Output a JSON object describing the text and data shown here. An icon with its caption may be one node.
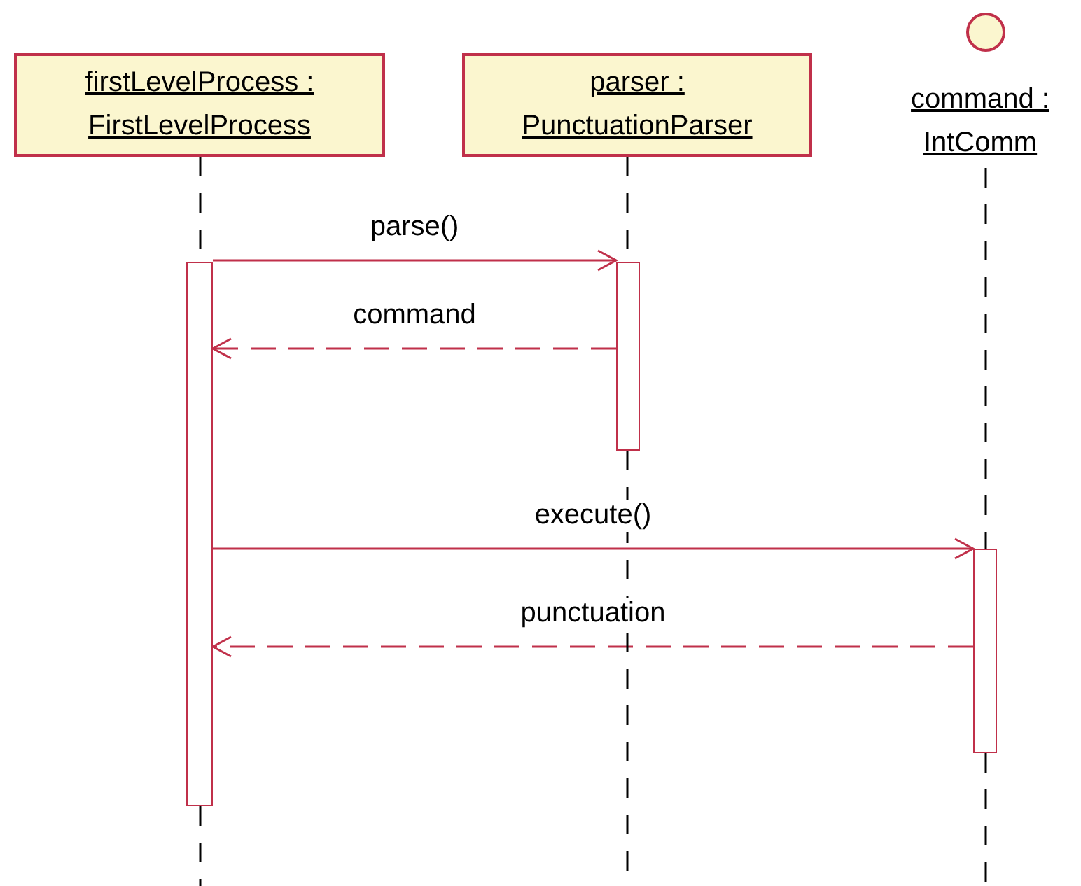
{
  "diagram": {
    "nodes": [
      {
        "text": [
          "firstLevelProcess : FirstLevelProcess"
        ]
      },
      {
        "text": [
          "parser : PunctuationParser"
        ]
      },
      {
        "text": [
          "command : IntComm"
        ]
      },
      {
        "text": [],
        "shape": "bar"
      },
      {
        "text": [],
        "shape": "bar"
      },
      {
        "text": [],
        "shape": "bar"
      }
    ],
    "edges": [
      {
        "from": 0,
        "to": 3,
        "arrow": "none",
        "style": "dashed",
        "color": "#000000"
      },
      {
        "from": 1,
        "to": 4,
        "arrow": "none",
        "style": "dashed",
        "color": "#000000"
      },
      {
        "from": 2,
        "to": 5,
        "arrow": "none",
        "style": "dashed",
        "color": "#000000"
      },
      {
        "from": 3,
        "to": 4,
        "arrow": "to",
        "label": "parse()"
      },
      {
        "from": 4,
        "to": 3,
        "arrow": "to",
        "label": "command",
        "style": "dashed"
      },
      {
        "from": 3,
        "to": 5,
        "arrow": "to",
        "label": "execute()"
      },
      {
        "from": 5,
        "to": 3,
        "arrow": "to",
        "label": "punctuation",
        "style": "dashed"
      }
    ]
  }
}
